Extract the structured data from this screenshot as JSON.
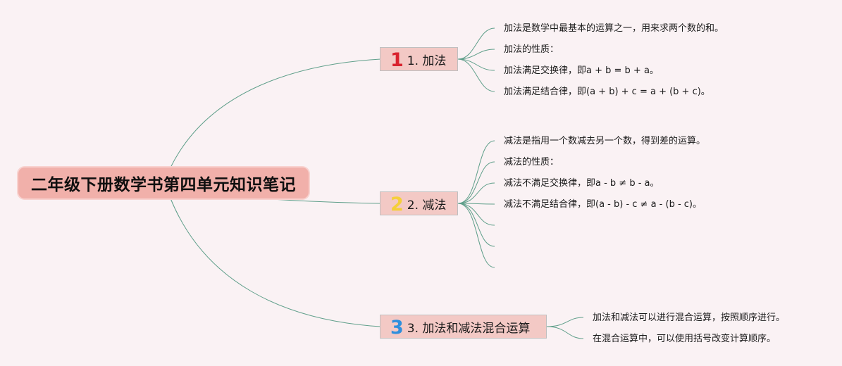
{
  "root": {
    "title": "二年级下册数学书第四单元知识笔记"
  },
  "branches": [
    {
      "number": "1",
      "label": "1. 加法",
      "number_color": "#d9232f",
      "notes": [
        "加法是数学中最基本的运算之一，用来求两个数的和。",
        "加法的性质：",
        "加法满足交换律，即a + b = b + a。",
        "加法满足结合律，即(a + b) + c = a + (b + c)。"
      ]
    },
    {
      "number": "2",
      "label": "2. 减法",
      "number_color": "#f5cf3a",
      "notes": [
        "减法是指用一个数减去另一个数，得到差的运算。",
        "减法的性质：",
        "减法不满足交换律，即a - b ≠ b - a。",
        "减法不满足结合律，即(a - b) - c ≠ a - (b - c)。",
        "",
        "",
        ""
      ]
    },
    {
      "number": "3",
      "label": "3. 加法和减法混合运算",
      "number_color": "#2f8fdd",
      "notes": [
        "加法和减法可以进行混合运算，按照顺序进行。",
        "在混合运算中，可以使用括号改变计算顺序。"
      ]
    }
  ],
  "colors": {
    "background": "#faf2f4",
    "root_fill": "#f1b0aa",
    "branch_fill": "#f3c9c5",
    "link": "#5f9f8a"
  }
}
